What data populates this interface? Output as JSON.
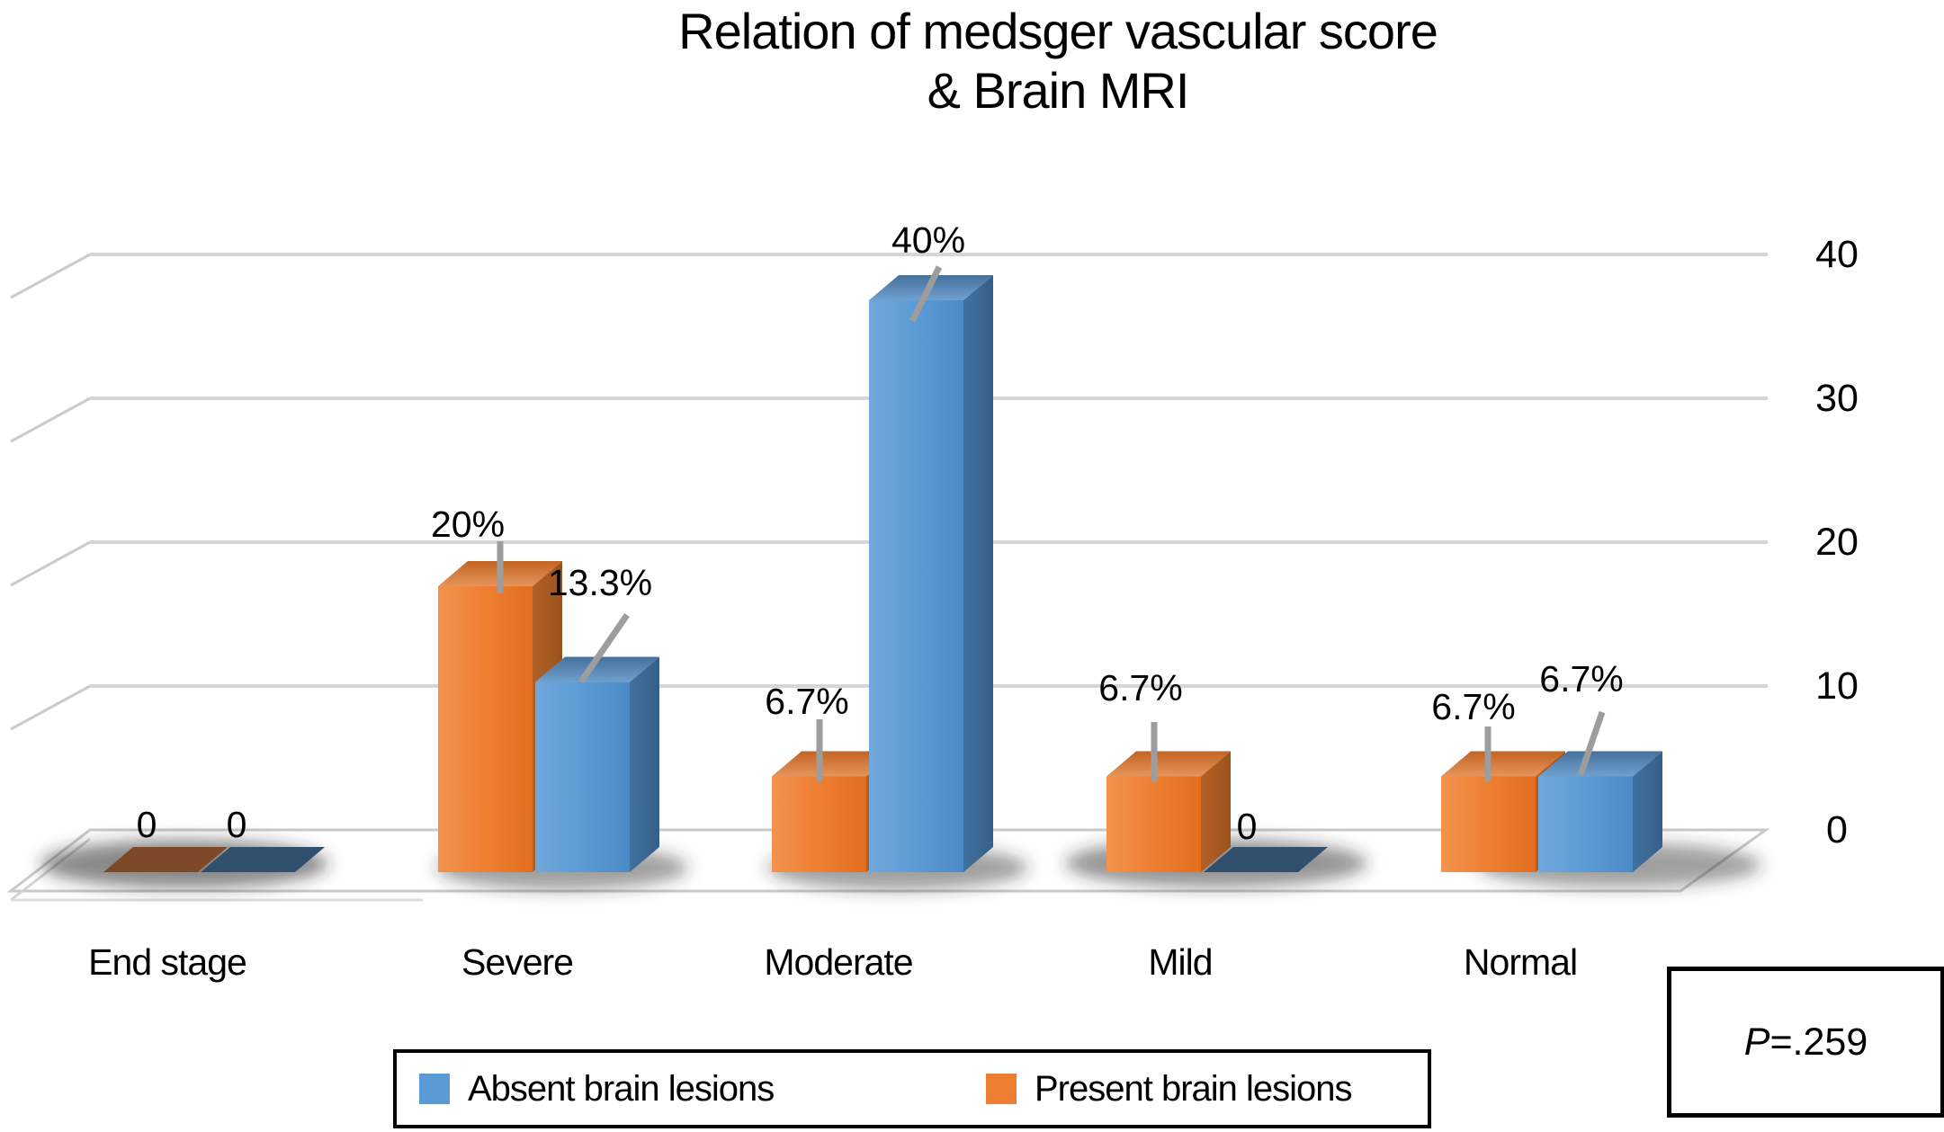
{
  "figure": {
    "title_line1": "Relation of medsger vascular score",
    "title_line2": "& Brain MRI"
  },
  "chart_data": {
    "type": "bar",
    "style": "3d-clustered-column",
    "title": "Relation of medsger vascular score & Brain MRI",
    "categories": [
      "End stage",
      "Severe",
      "Moderate",
      "Mild",
      "Normal"
    ],
    "series": [
      {
        "name": "Present brain lesions",
        "color": "#ED7D31",
        "values": [
          0,
          20,
          6.7,
          6.7,
          6.7
        ],
        "data_labels": [
          "0",
          "20%",
          "6.7%",
          "6.7%",
          "6.7%"
        ]
      },
      {
        "name": "Absent brain lesions",
        "color": "#5B9BD5",
        "values": [
          0,
          13.3,
          40,
          0,
          6.7
        ],
        "data_labels": [
          "0",
          "13.3%",
          "40%",
          "0",
          "6.7%"
        ]
      }
    ],
    "ylim": [
      0,
      40
    ],
    "yticks": [
      "0",
      "10",
      "20",
      "30",
      "40"
    ],
    "grid": true,
    "legend_position": "bottom"
  },
  "legend": {
    "items": [
      {
        "label": "Absent brain lesions",
        "color": "#5B9BD5"
      },
      {
        "label": "Present brain lesions",
        "color": "#ED7D31"
      }
    ]
  },
  "stats_box": {
    "p_prefix": "P",
    "p_rest": "=.259"
  }
}
